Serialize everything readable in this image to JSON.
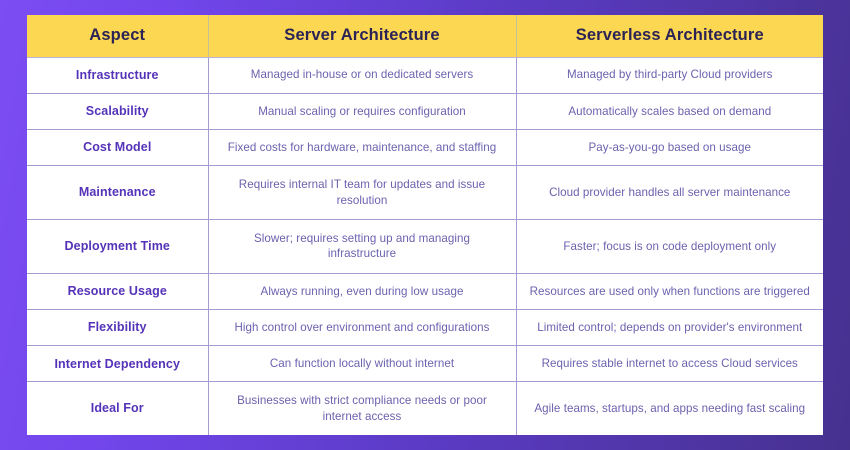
{
  "theme": {
    "background_gradient_from": "#7B4DF2",
    "background_gradient_to": "#46318F",
    "header_background": "#FCD852",
    "header_text_color": "#2B2356",
    "aspect_text_color": "#5533B8",
    "detail_text_color": "#6B62AE",
    "table_background": "#FFFFFF",
    "border_color": "#A39CD0"
  },
  "table": {
    "columns": [
      {
        "key": "aspect",
        "label": "Aspect"
      },
      {
        "key": "server",
        "label": "Server Architecture"
      },
      {
        "key": "serverless",
        "label": "Serverless Architecture"
      }
    ],
    "rows": [
      {
        "aspect": "Infrastructure",
        "server": "Managed in-house or on dedicated servers",
        "serverless": "Managed by third-party Cloud providers"
      },
      {
        "aspect": "Scalability",
        "server": "Manual scaling or requires configuration",
        "serverless": "Automatically scales based on demand"
      },
      {
        "aspect": "Cost Model",
        "server": "Fixed costs for hardware, maintenance, and staffing",
        "serverless": "Pay-as-you-go based on usage"
      },
      {
        "aspect": "Maintenance",
        "server": "Requires internal IT team for updates and issue resolution",
        "serverless": "Cloud provider handles all server maintenance"
      },
      {
        "aspect": "Deployment Time",
        "server": "Slower; requires setting up and managing infrastructure",
        "serverless": "Faster; focus is on code deployment only"
      },
      {
        "aspect": "Resource Usage",
        "server": "Always running, even during low usage",
        "serverless": "Resources are used only when functions are triggered"
      },
      {
        "aspect": "Flexibility",
        "server": "High control over environment and configurations",
        "serverless": "Limited control; depends on provider's environment"
      },
      {
        "aspect": "Internet Dependency",
        "server": "Can function locally without internet",
        "serverless": "Requires stable internet to access Cloud services"
      },
      {
        "aspect": "Ideal For",
        "server": "Businesses with strict compliance needs or poor internet access",
        "serverless": "Agile teams, startups, and apps needing fast scaling"
      }
    ]
  }
}
